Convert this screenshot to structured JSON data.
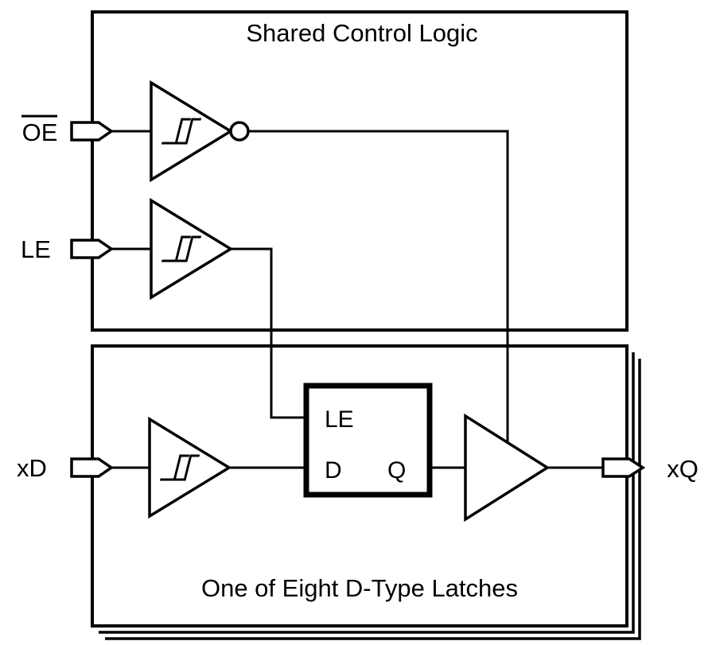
{
  "diagram": {
    "type": "logic-block-diagram",
    "top_box": {
      "title": "Shared Control Logic"
    },
    "bottom_box": {
      "title": "One of Eight D-Type Latches"
    },
    "inputs": {
      "oe_label": "OE",
      "oe_active_low_overline": true,
      "le_label": "LE",
      "xd_label": "xD"
    },
    "output": {
      "xq_label": "xQ"
    },
    "latch": {
      "le_label": "LE",
      "d_label": "D",
      "q_label": "Q"
    },
    "colors": {
      "line": "#000000",
      "background": "#ffffff"
    }
  }
}
